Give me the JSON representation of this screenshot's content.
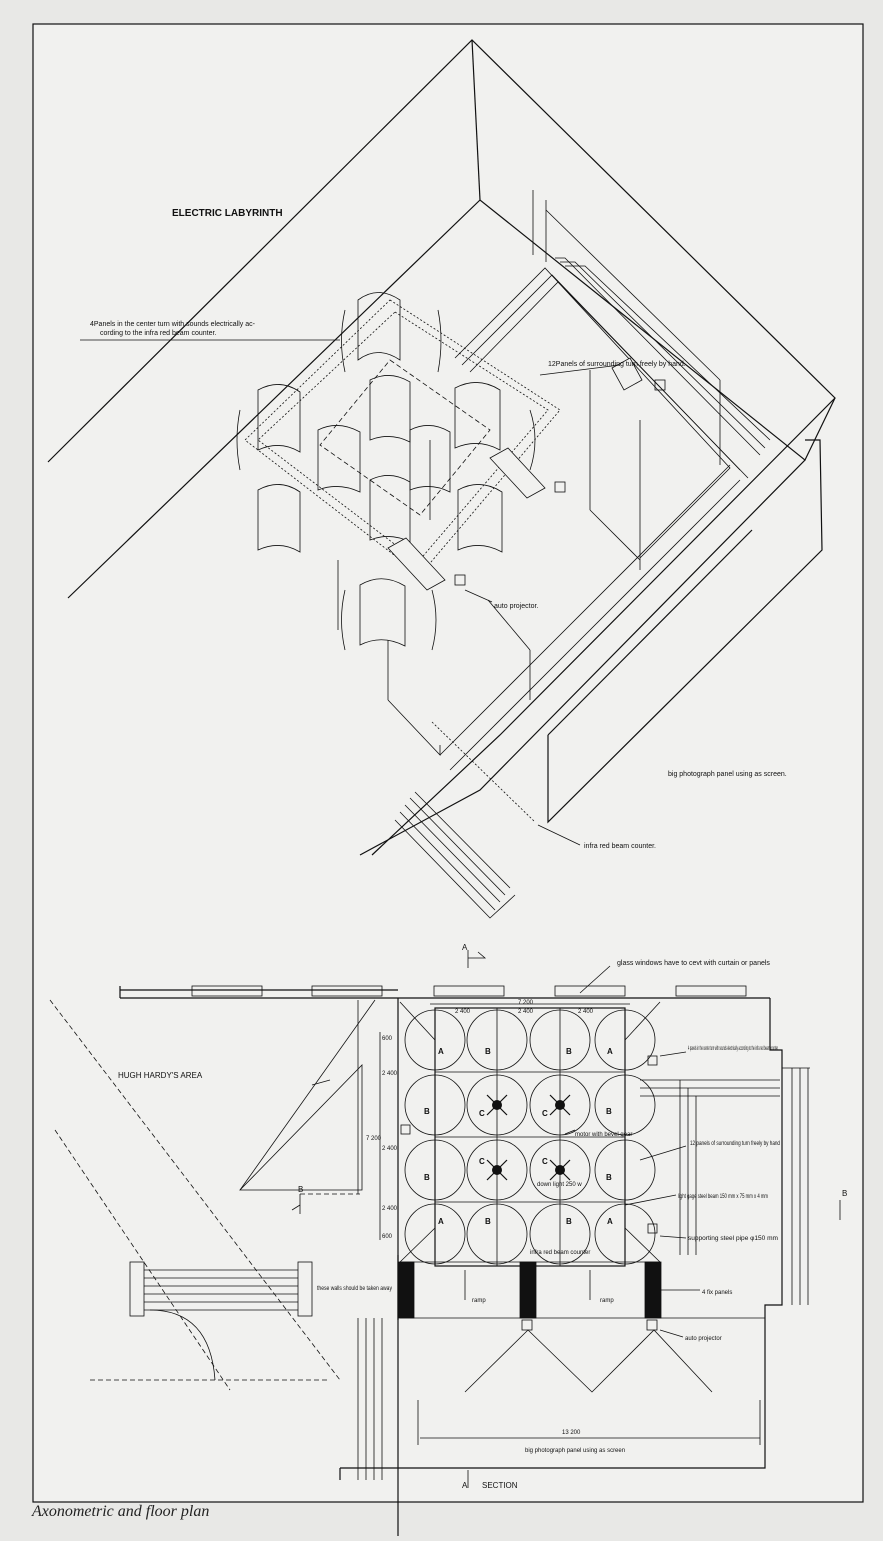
{
  "axonometric": {
    "title": "ELECTRIC LABYRINTH",
    "notes": {
      "center_panels": "4Panels in the center turn with sounds electrically ac-",
      "center_panels_2": "cording to the infra red beam counter.",
      "surrounding_panels": "12Panels of surrounding turn freely by hand.",
      "projector": "auto projector.",
      "screen": "big photograph panel using as screen.",
      "beam_counter": "infra red beam counter."
    }
  },
  "plan": {
    "area_label": "HUGH HARDY'S AREA",
    "glass_note": "glass windows have to cevt with curtain or panels",
    "dims": {
      "total_width": "7 200",
      "bay": "2 400",
      "bay2": "2 400",
      "bay3": "2 400",
      "height_total": "7 200",
      "h1": "2 400",
      "h2": "2 400",
      "h3": "2 400",
      "edge1": "600",
      "edge2": "600",
      "overall": "13 200"
    },
    "panel_letters": {
      "a": "A",
      "b": "B",
      "c": "C"
    },
    "notes": {
      "center": "4 panels in the center turn with sounds electrically according to the infra red beam counter",
      "surrounding": "12 panels of surrounding turn freely by hand",
      "motor": "motor with bevel gear",
      "downlight": "down light 250 w",
      "beam": "light gage steel beam 150 mm x 75 mm x 4 mm",
      "pipe": "supporting steel pipe φ150 mm",
      "counter": "infra red beam counter",
      "walls": "these walls should be taken away",
      "fix_panels": "4 fix panels",
      "ramp1": "ramp",
      "ramp2": "ramp",
      "auto_projector": "auto projector",
      "screen": "big photograph panel using as screen"
    },
    "section_marks": {
      "top": "A",
      "bottom": "A",
      "section": "SECTION",
      "left": "B",
      "right": "B"
    }
  },
  "caption": "Axonometric and floor plan"
}
